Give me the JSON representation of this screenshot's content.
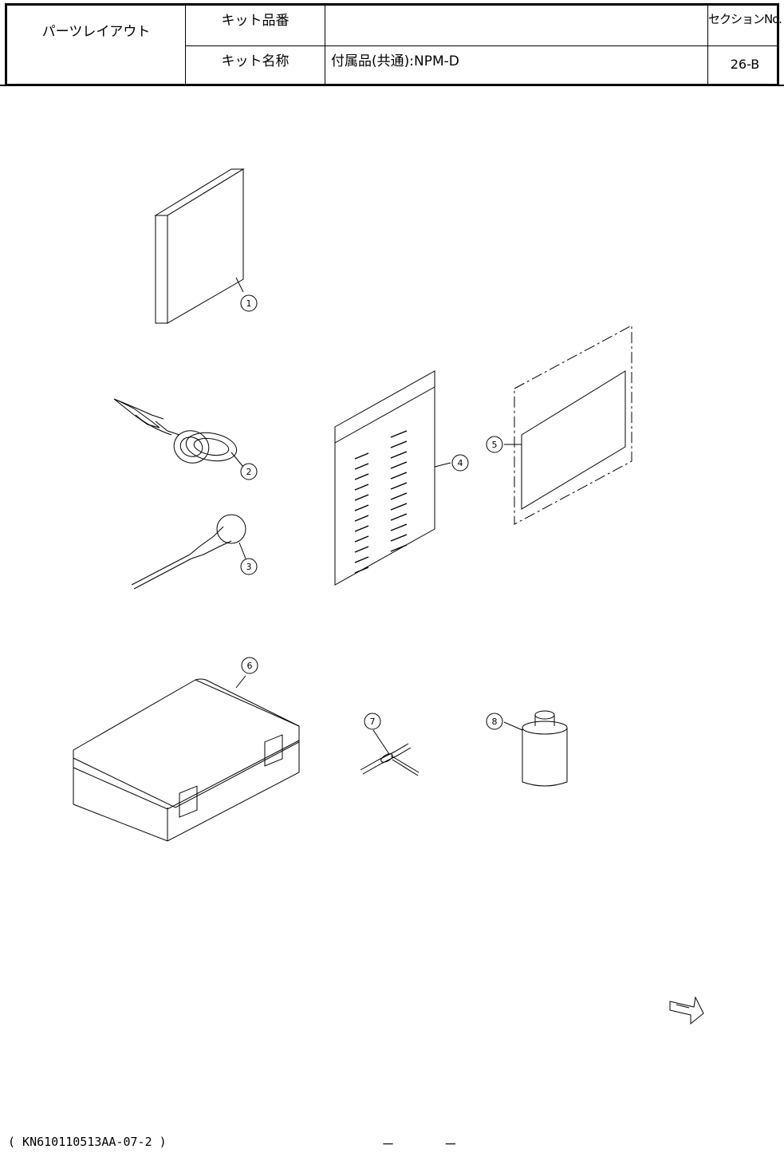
{
  "header": {
    "title": "パーツレイアウト",
    "kit_number_label": "キット品番",
    "kit_number_value": "",
    "kit_name_label": "キット名称",
    "kit_name_value": "付属品(共通):NPM-D",
    "section_label": "セクションNo.",
    "section_value": "26-B"
  },
  "callouts": [
    "1",
    "2",
    "3",
    "4",
    "5",
    "6",
    "7",
    "8"
  ],
  "fwd_icon": "fwd-arrow-icon",
  "footer": {
    "code": "( KN610110513AA-07-2 )",
    "page": "－      －"
  }
}
